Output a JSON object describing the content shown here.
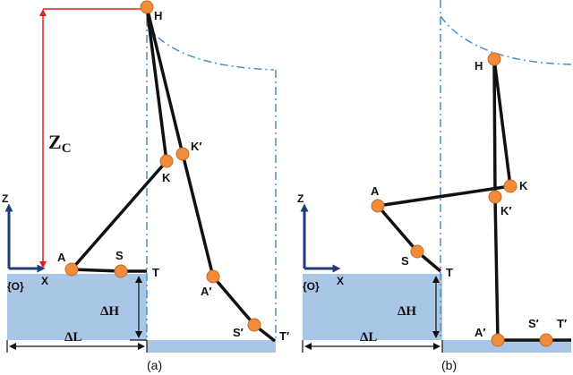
{
  "colors": {
    "platform": "#a9c6e6",
    "joint": "#f28c3c",
    "joint_stroke": "#c76a22",
    "link": "#111111",
    "axis": "#1f3c78",
    "guide": "#4a8fd0",
    "zc_arrow": "#e02020"
  },
  "panel_a": {
    "caption": "(a)",
    "zc_label": "Z",
    "zc_sub": "C",
    "axis_z": "Z",
    "axis_x": "X",
    "origin": "{O}",
    "dh": "ΔH",
    "dl": "ΔL",
    "joints": {
      "H": "H",
      "K": "K",
      "A": "A",
      "S": "S",
      "T": "T",
      "Kp": "K′",
      "Ap": "A′",
      "Sp": "S′",
      "Tp": "T′"
    }
  },
  "panel_b": {
    "caption": "(b)",
    "axis_z": "Z",
    "axis_x": "X",
    "origin": "{O}",
    "dh": "ΔH",
    "dl": "ΔL",
    "joints": {
      "H": "H",
      "K": "K",
      "A": "A",
      "S": "S",
      "T": "T",
      "Kp": "K′",
      "Ap": "A′",
      "Sp": "S′",
      "Tp": "T′"
    }
  }
}
